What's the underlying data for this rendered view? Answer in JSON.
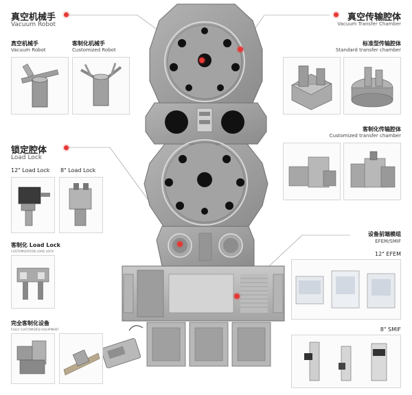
{
  "vacuum_robot": {
    "title_cn": "真空机械手",
    "title_en": "Vacuum Robot",
    "items": [
      {
        "cn": "真空机械手",
        "en": "Vacuum Robot"
      },
      {
        "cn": "客制化机械手",
        "en": "Customized Robot"
      }
    ]
  },
  "transfer_chamber": {
    "title_cn": "真空传输腔体",
    "title_en": "Vacuum Transfer Chamber",
    "standard_cn": "标准型传输腔体",
    "standard_en": "Standard transfer chamber",
    "custom_cn": "客制化传输腔体",
    "custom_en": "Customized transfer chamber"
  },
  "load_lock": {
    "title_cn": "锁定腔体",
    "title_en": "Load Lock",
    "item_12": "12\" Load Lock",
    "item_8": "8\" Load Lock",
    "custom_cn": "客制化 Load Lock",
    "custom_en": "CUSTOMIZATION LOAD LOCK"
  },
  "custom_equipment": {
    "title_cn": "完全客制化设备",
    "title_en": "FULLY CUSTOMIZED EQUIPMENT"
  },
  "efem": {
    "title_cn": "设备前端模组",
    "title_en": "EFEM/SMIF",
    "item_12": "12\" EFEM",
    "item_8": "8\" SMIF"
  },
  "colors": {
    "accent": "#e53935",
    "machine": "#9a9a9a",
    "machine_dark": "#6e6e6e",
    "hole": "#111111"
  }
}
